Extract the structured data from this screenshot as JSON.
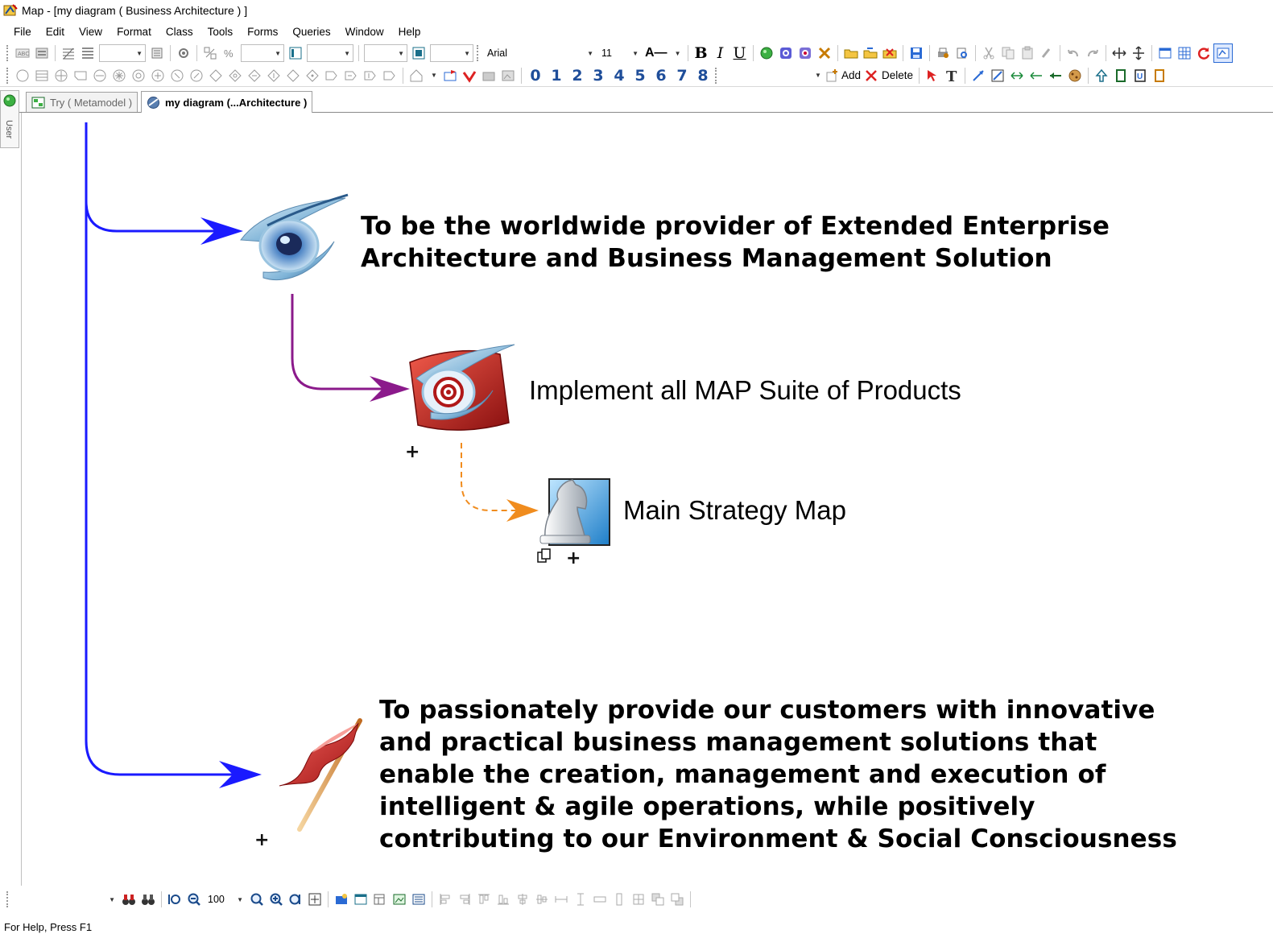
{
  "window": {
    "title": "Map - [my diagram ( Business Architecture ) ]"
  },
  "menu": [
    "File",
    "Edit",
    "View",
    "Format",
    "Class",
    "Tools",
    "Forms",
    "Queries",
    "Window",
    "Help"
  ],
  "toolbar": {
    "font_name": "Arial",
    "font_size": "11",
    "bold": "B",
    "italic": "I",
    "underline": "U",
    "line_style_label": "A—",
    "level_numbers": [
      "0",
      "1",
      "2",
      "3",
      "4",
      "5",
      "6",
      "7",
      "8"
    ],
    "add_label": "Add",
    "delete_label": "Delete"
  },
  "tabs": [
    {
      "label": "Try ( Metamodel )",
      "active": false
    },
    {
      "label": "my diagram (...Architecture )",
      "active": true
    }
  ],
  "side_panel_label": "User",
  "diagram": {
    "vision_lines": [
      "To be the worldwide provider of Extended Enterprise",
      "Architecture and Business Management Solution"
    ],
    "objective_label": "Implement all MAP Suite of Products",
    "strategy_label": "Main Strategy Map",
    "mission_lines": [
      "To passionately provide our customers with innovative",
      "and practical business management solutions that",
      "enable the creation, management and execution of",
      "intelligent & agile operations, while positively",
      "contributing to our Environment & Social Consciousness"
    ],
    "expand_glyph": "+",
    "colors": {
      "main_connector": "#1a1aff",
      "objective_connector": "#8b1a8b",
      "strategy_connector": "#f08c1e"
    }
  },
  "zoom": {
    "value": "100"
  },
  "status": {
    "help_text": "For Help, Press F1"
  }
}
